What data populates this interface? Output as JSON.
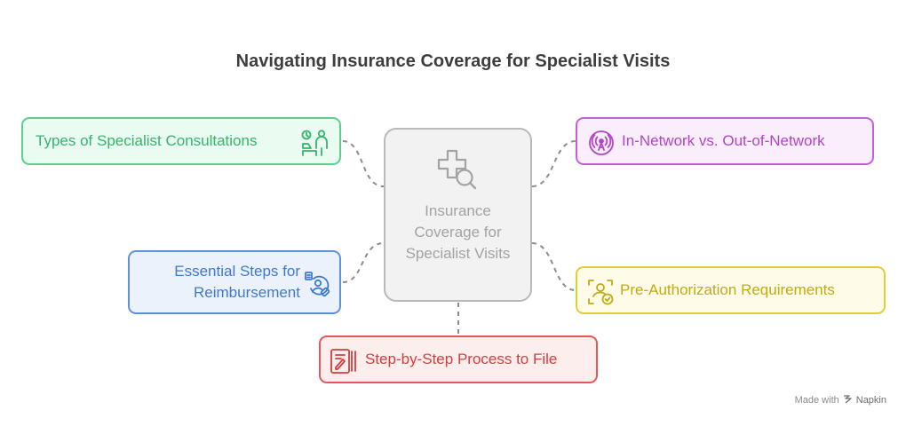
{
  "title": "Navigating Insurance Coverage for Specialist Visits",
  "center": {
    "label": "Insurance Coverage for Specialist Visits",
    "icon": "medical-search-icon"
  },
  "nodes": {
    "top_left": {
      "label": "Types of Specialist Consultations",
      "icon": "doctor-patient-icon",
      "color": "#35b46e"
    },
    "top_right": {
      "label": "In-Network vs. Out-of-Network",
      "icon": "network-signal-icon",
      "color": "#b144c9"
    },
    "mid_left": {
      "label": "Essential Steps for Reimbursement",
      "icon": "user-reimbursement-icon",
      "color": "#3f78d0"
    },
    "mid_right": {
      "label": "Pre-Authorization Requirements",
      "icon": "authorization-check-icon",
      "color": "#c1aa12"
    },
    "bottom": {
      "label": "Step-by-Step Process to File",
      "icon": "file-form-icon",
      "color": "#d33d3d"
    }
  },
  "watermark": {
    "prefix": "Made with",
    "brand": "Napkin"
  }
}
